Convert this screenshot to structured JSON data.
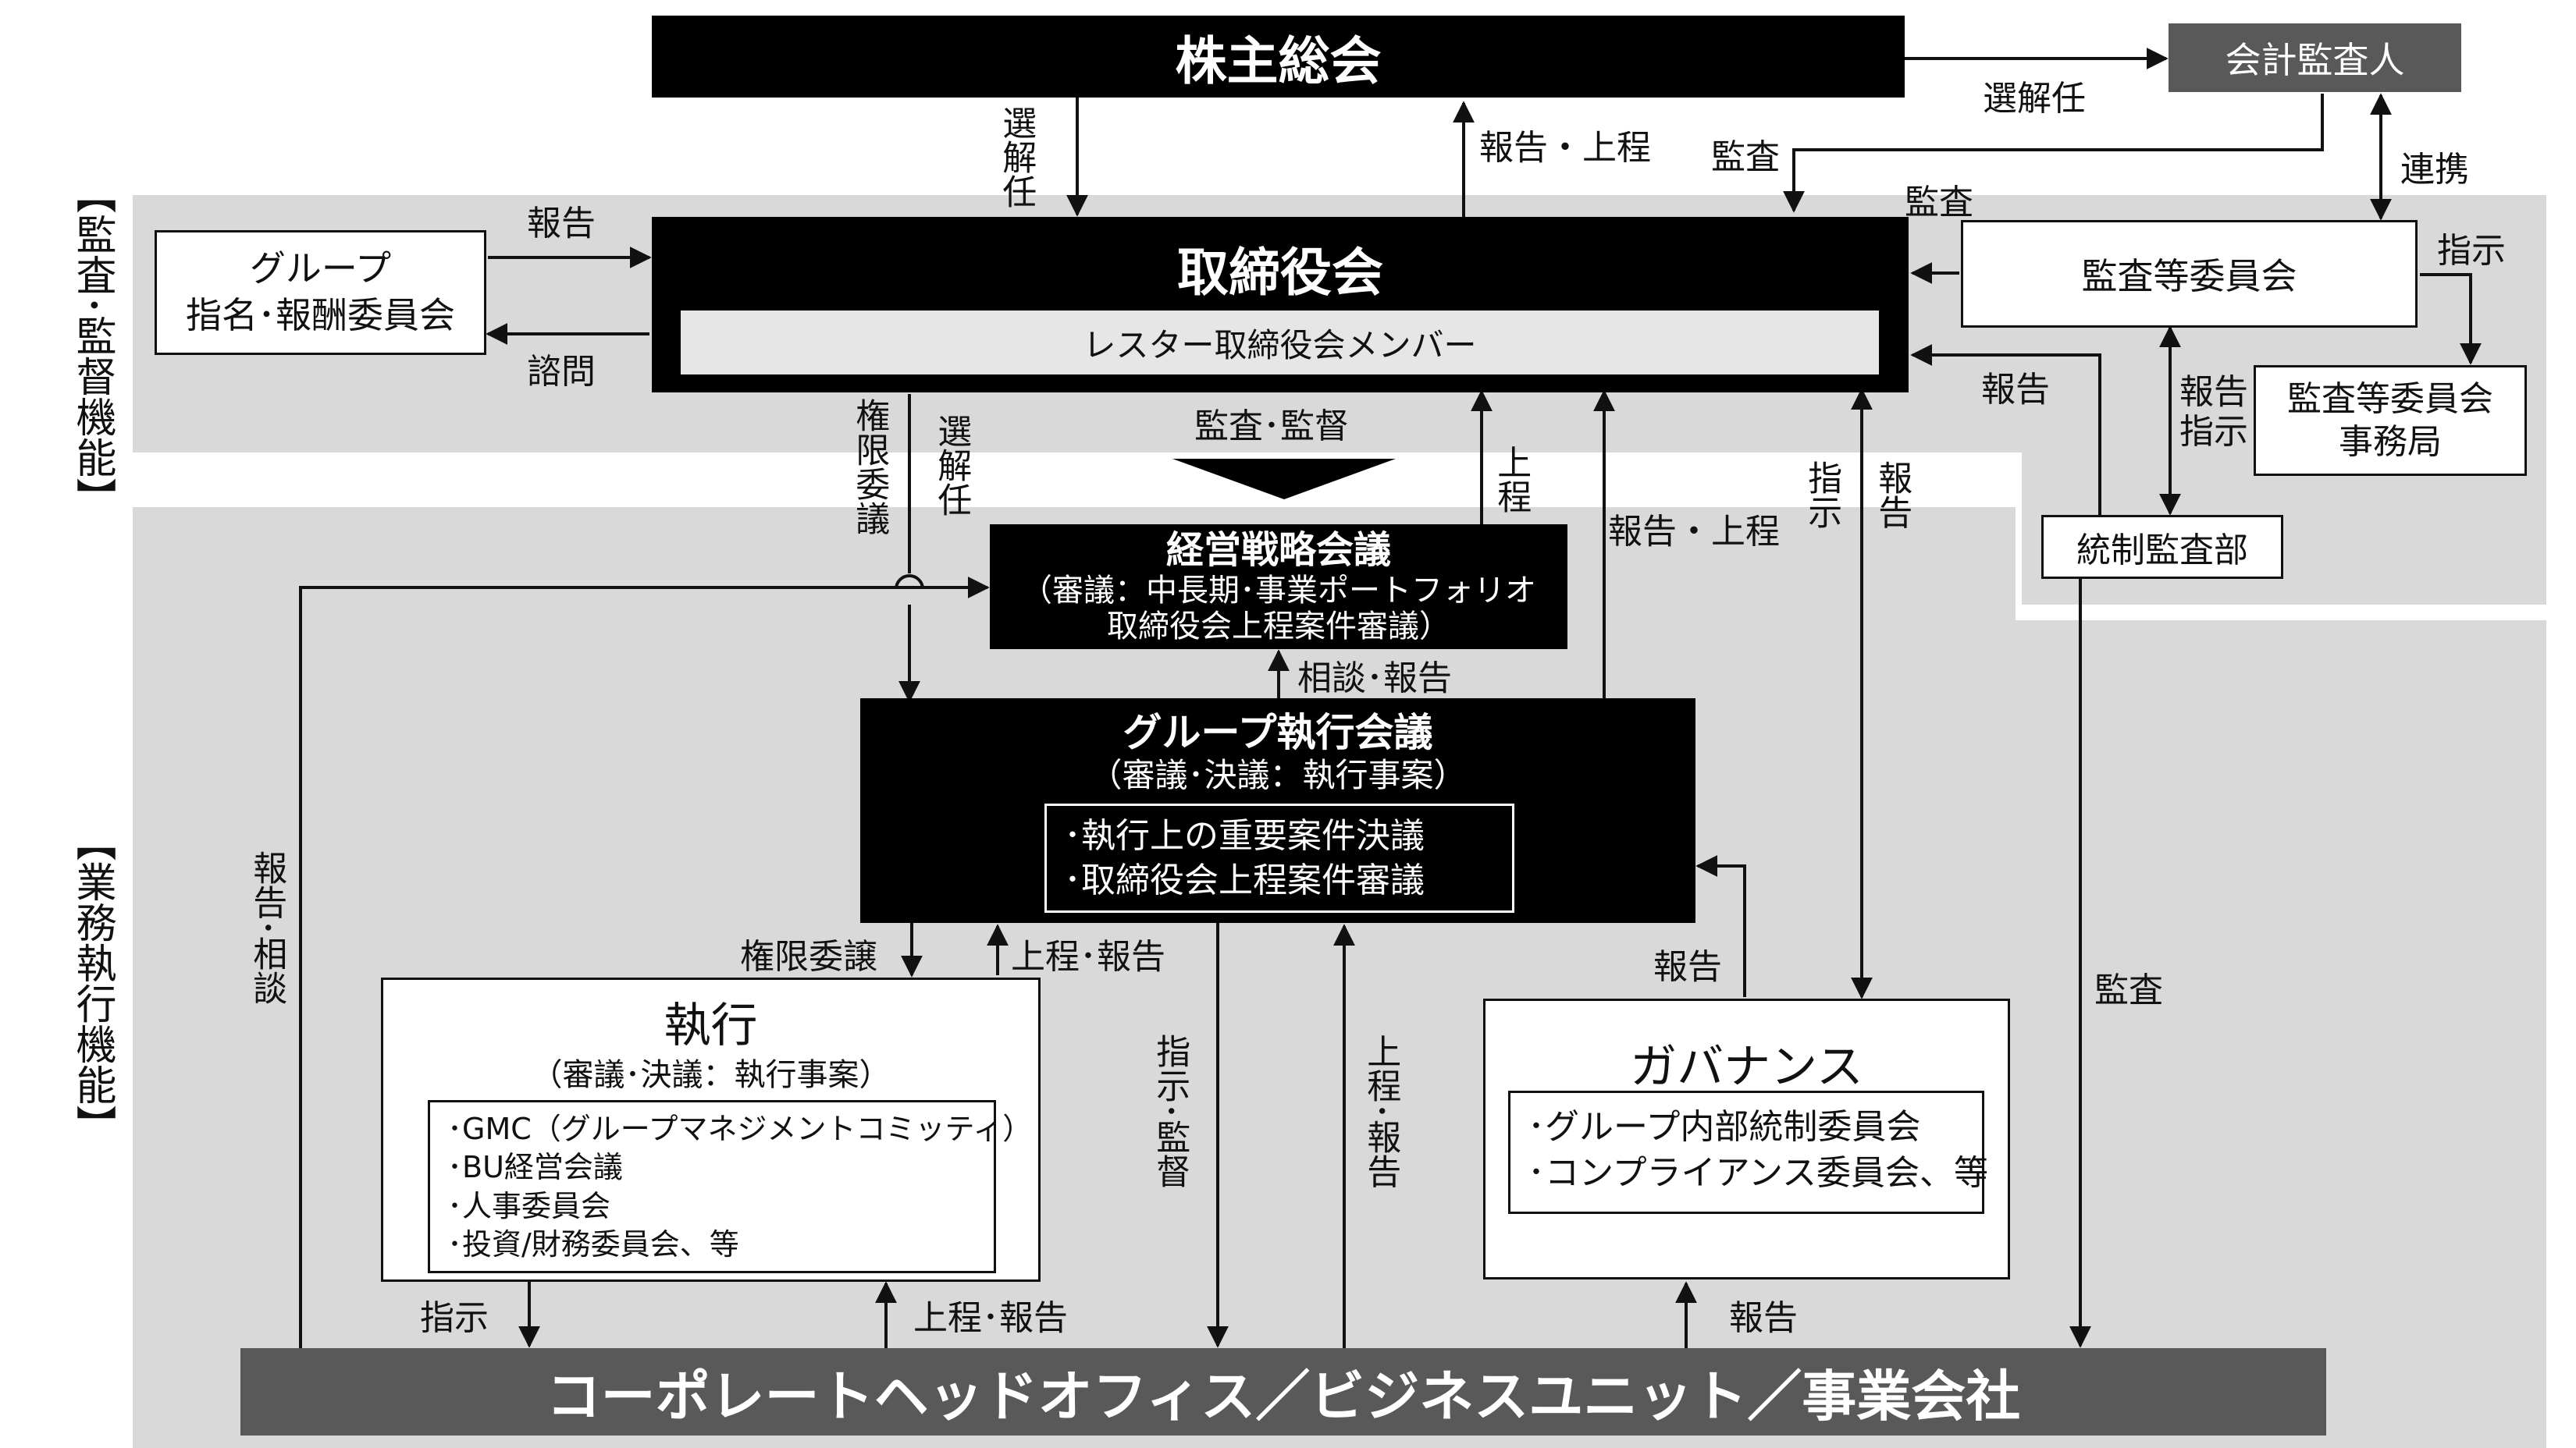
{
  "side_labels": {
    "supervision": "【監査･監督機能】",
    "execution": "【業務執行機能】"
  },
  "boxes": {
    "shareholders": "株主総会",
    "auditor_external": "会計監査人",
    "board": "取締役会",
    "board_members": "レスター取締役会メンバー",
    "nomination_l1": "グループ",
    "nomination_l2": "指名･報酬委員会",
    "audit_committee": "監査等委員会",
    "audit_office_l1": "監査等委員会",
    "audit_office_l2": "事務局",
    "internal_audit": "統制監査部",
    "strategy_title": "経営戦略会議",
    "strategy_l1": "（審議：中長期･事業ポートフォリオ",
    "strategy_l2": "取締役会上程案件審議）",
    "gec_title": "グループ執行会議",
    "gec_sub": "（審議･決議：執行事案）",
    "gec_i1": "･執行上の重要案件決議",
    "gec_i2": "･取締役会上程案件審議",
    "exec_title": "執行",
    "exec_sub": "（審議･決議：執行事案）",
    "exec_i1": "･GMC（グループマネジメントコミッティ）",
    "exec_i2": "･BU経営会議",
    "exec_i3": "･人事委員会",
    "exec_i4": "･投資/財務委員会、等",
    "gov_title": "ガバナンス",
    "gov_i1": "･グループ内部統制委員会",
    "gov_i2": "･コンプライアンス委員会、等",
    "bottom": "コーポレートヘッドオフィス／ビジネスユニット／事業会社"
  },
  "edge_labels": {
    "appoint_auditor": "選解任",
    "appoint_board": "選解任",
    "report_submit_top": "報告・上程",
    "audit_gm": "監査",
    "audit_ac": "監査",
    "cooperation": "連携",
    "report_nom": "報告",
    "consult_nom": "諮問",
    "instruct_office": "指示",
    "report_board_ac": "報告",
    "report_instruct_ac": "報告指示",
    "delegate_board": "権限委議",
    "appoint_board2": "選解任",
    "audit_supervise": "監査･監督",
    "submit_strategy": "上程",
    "report_submit_gec": "報告・上程",
    "instruct_gov": "指示",
    "report_gov": "報告",
    "consult_report": "相談･報告",
    "delegate_exec": "権限委譲",
    "submit_report_exec": "上程･報告",
    "report_consult_left": "報告･相談",
    "instruct_supervise": "指示･監督",
    "submit_report_mid": "上程･報告",
    "report_gov_gec": "報告",
    "audit_bottom": "監査",
    "instruct_bottom": "指示",
    "submit_report_bottom": "上程･報告",
    "report_gov_bottom": "報告"
  },
  "colors": {
    "black": "#000000",
    "dark_gray": "#595959",
    "region_gray": "#d9d9d9",
    "inner_light": "#e6e6e6"
  }
}
